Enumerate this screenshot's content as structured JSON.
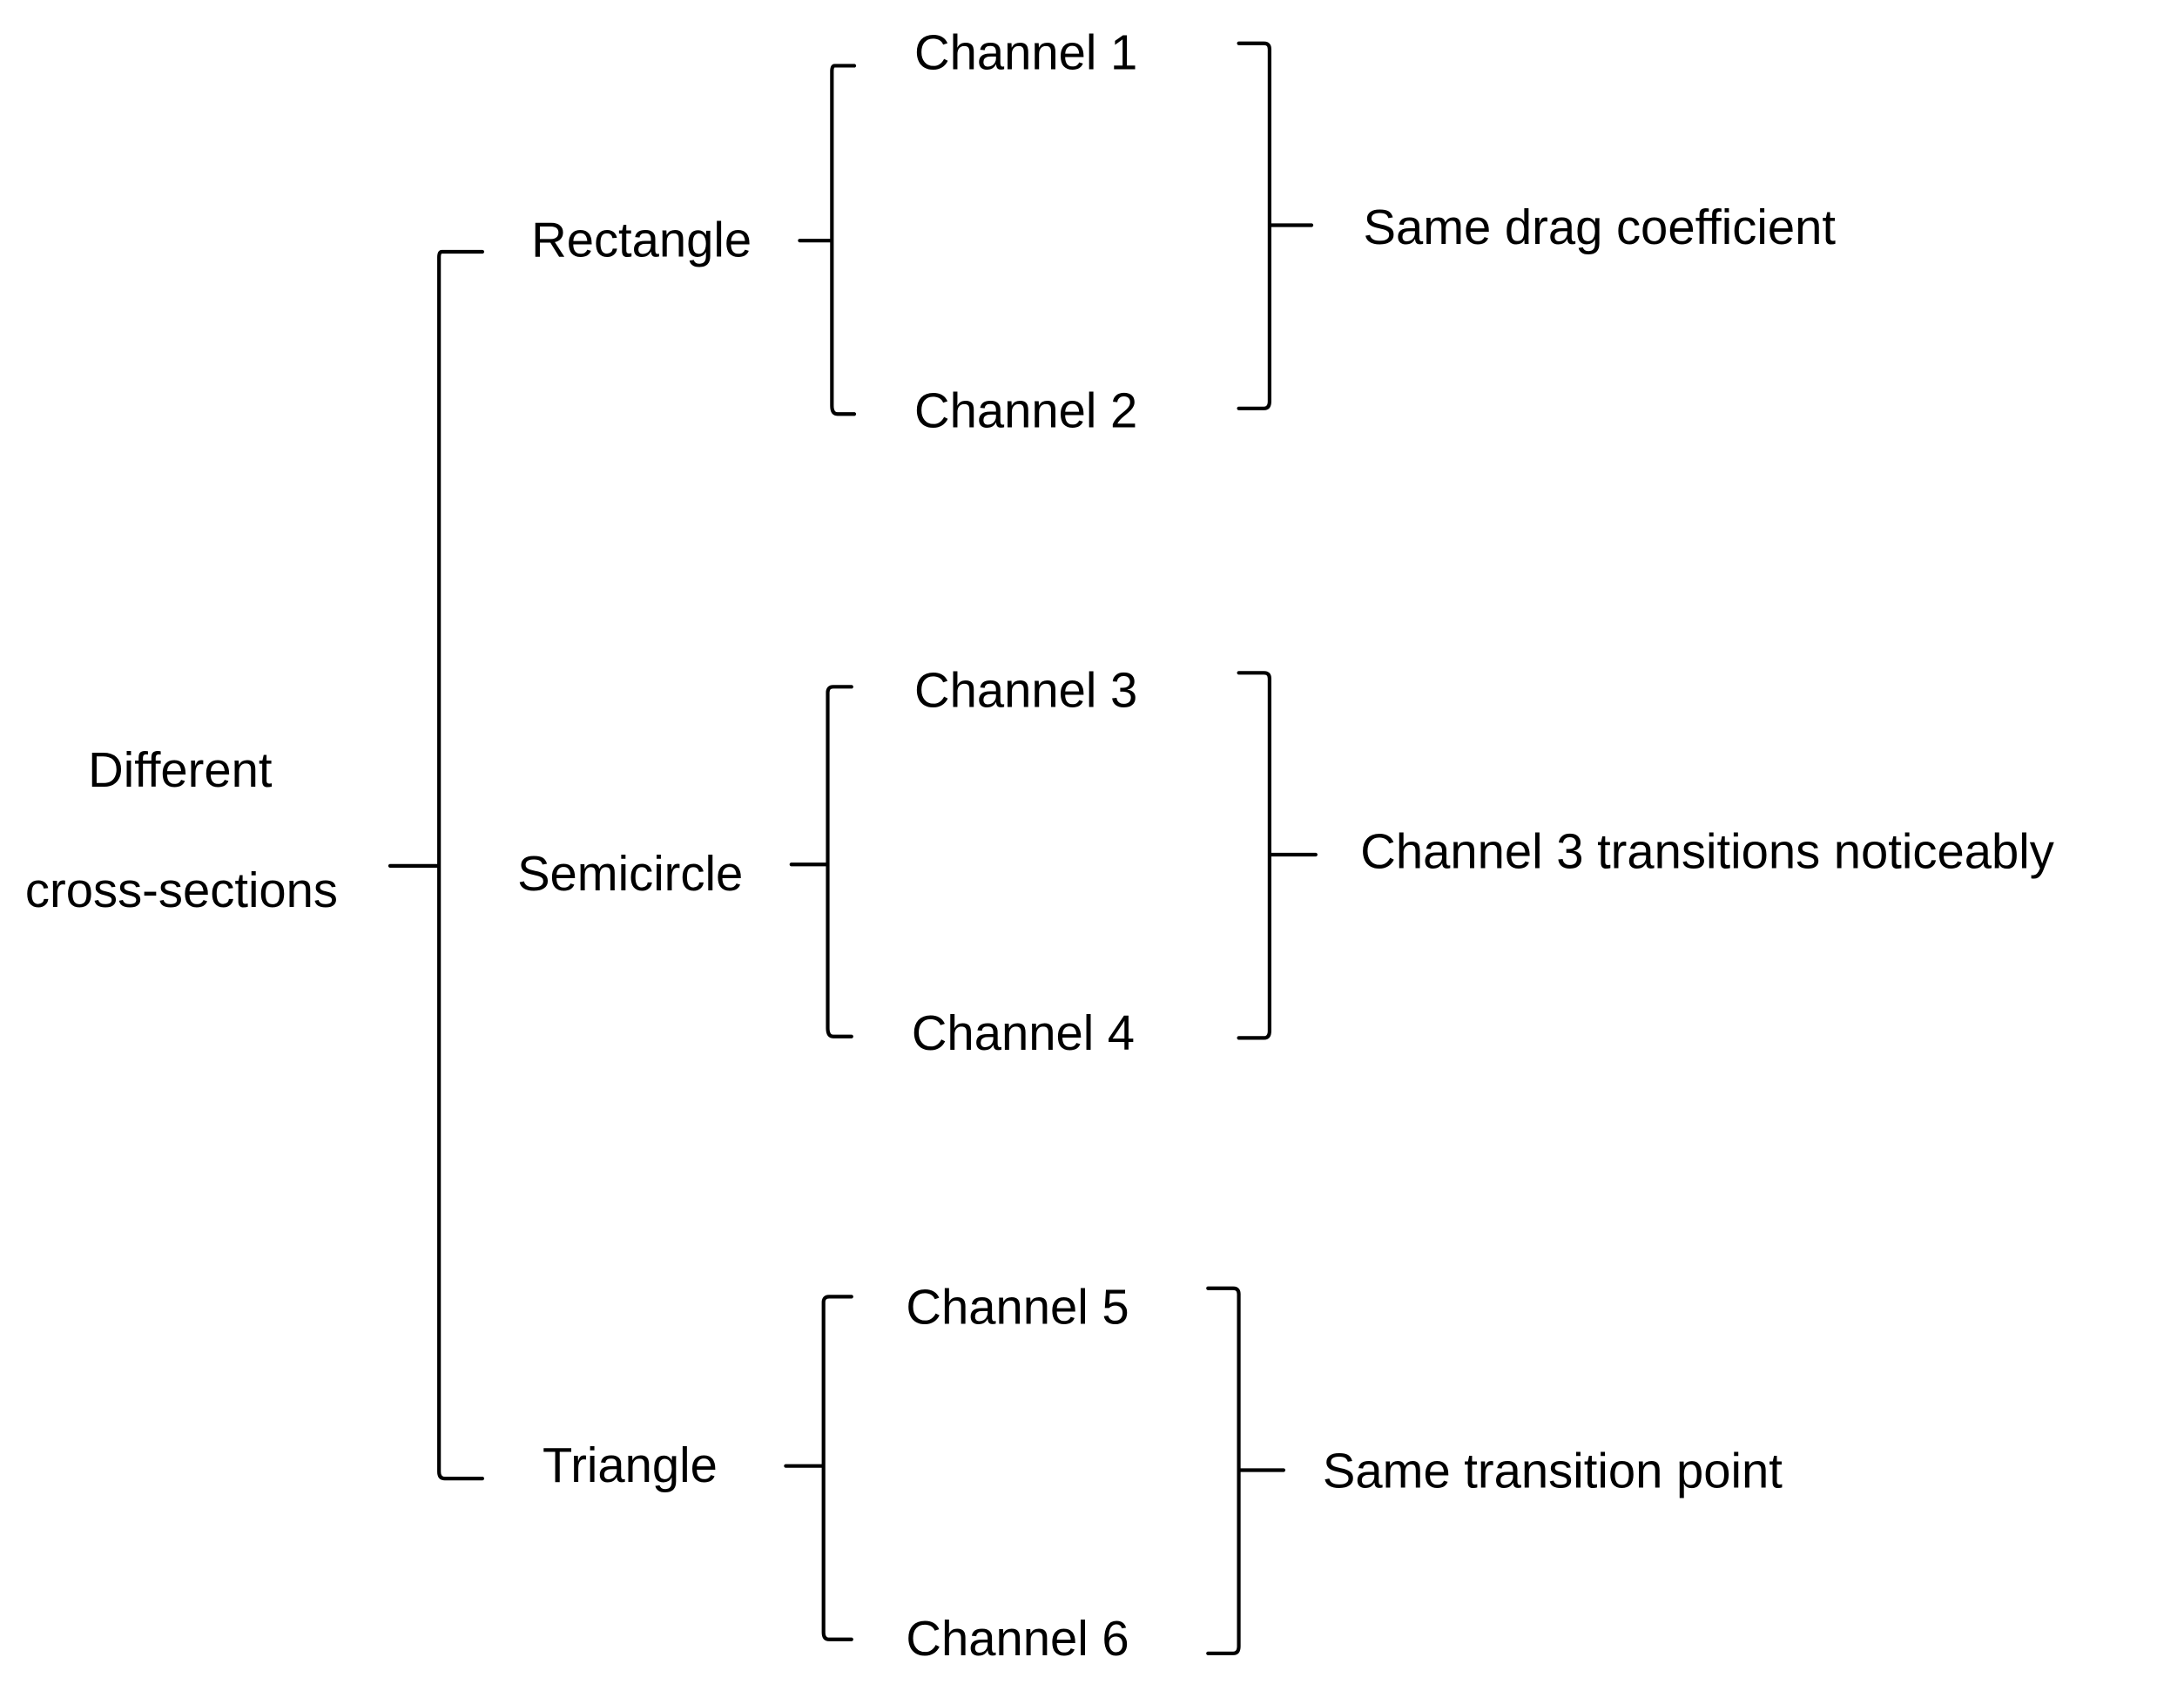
{
  "diagram": {
    "root": {
      "line1": "Different",
      "line2": "cross-sections"
    },
    "groups": [
      {
        "shape": "Rectangle",
        "channels": [
          "Channel 1",
          "Channel 2"
        ],
        "conclusion": "Same drag coefficient"
      },
      {
        "shape": "Semicircle",
        "channels": [
          "Channel 3",
          "Channel 4"
        ],
        "conclusion": "Channel 3 transitions noticeably"
      },
      {
        "shape": "Triangle",
        "channels": [
          "Channel 5",
          "Channel 6"
        ],
        "conclusion": "Same transition point"
      }
    ],
    "line_color": "#000000",
    "text_color": "#000000"
  }
}
